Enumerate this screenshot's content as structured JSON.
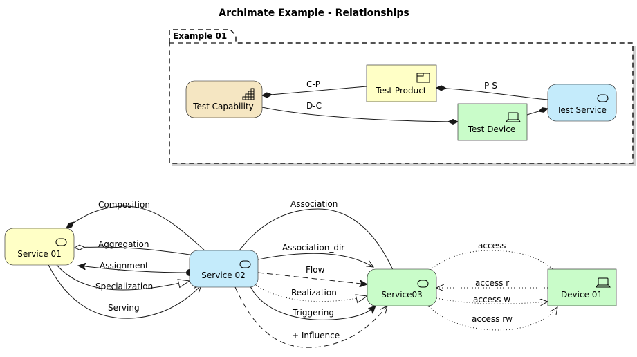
{
  "title": "Archimate Example - Relationships",
  "package": {
    "label": "Example 01"
  },
  "colors": {
    "strategy": "#F5E6C2",
    "business": "#FFFFC6",
    "application": "#C4EBFB",
    "technology": "#C9FCC9",
    "line": "#181818"
  },
  "nodes": {
    "test_capability": {
      "label": "Test Capability",
      "icon": "capability-icon"
    },
    "test_product": {
      "label": "Test Product",
      "icon": "product-icon"
    },
    "test_service": {
      "label": "Test Service",
      "icon": "service-icon"
    },
    "test_device": {
      "label": "Test Device",
      "icon": "device-icon"
    },
    "service01": {
      "label": "Service 01",
      "icon": "service-icon"
    },
    "service02": {
      "label": "Service 02",
      "icon": "service-icon"
    },
    "service03": {
      "label": "Service03",
      "icon": "service-icon"
    },
    "device01": {
      "label": "Device 01",
      "icon": "device-icon"
    }
  },
  "edges": {
    "cp": "C-P",
    "ps": "P-S",
    "dc": "D-C",
    "composition": "Composition",
    "aggregation": "Aggregation",
    "assignment": "Assignment",
    "specialization": "Specialization",
    "serving": "Serving",
    "association": "Association",
    "association_dir": "Association_dir",
    "flow": "Flow",
    "realization": "Realization",
    "triggering": "Triggering",
    "influence": "+ Influence",
    "access": "access",
    "access_r": "access r",
    "access_w": "access w",
    "access_rw": "access rw"
  }
}
